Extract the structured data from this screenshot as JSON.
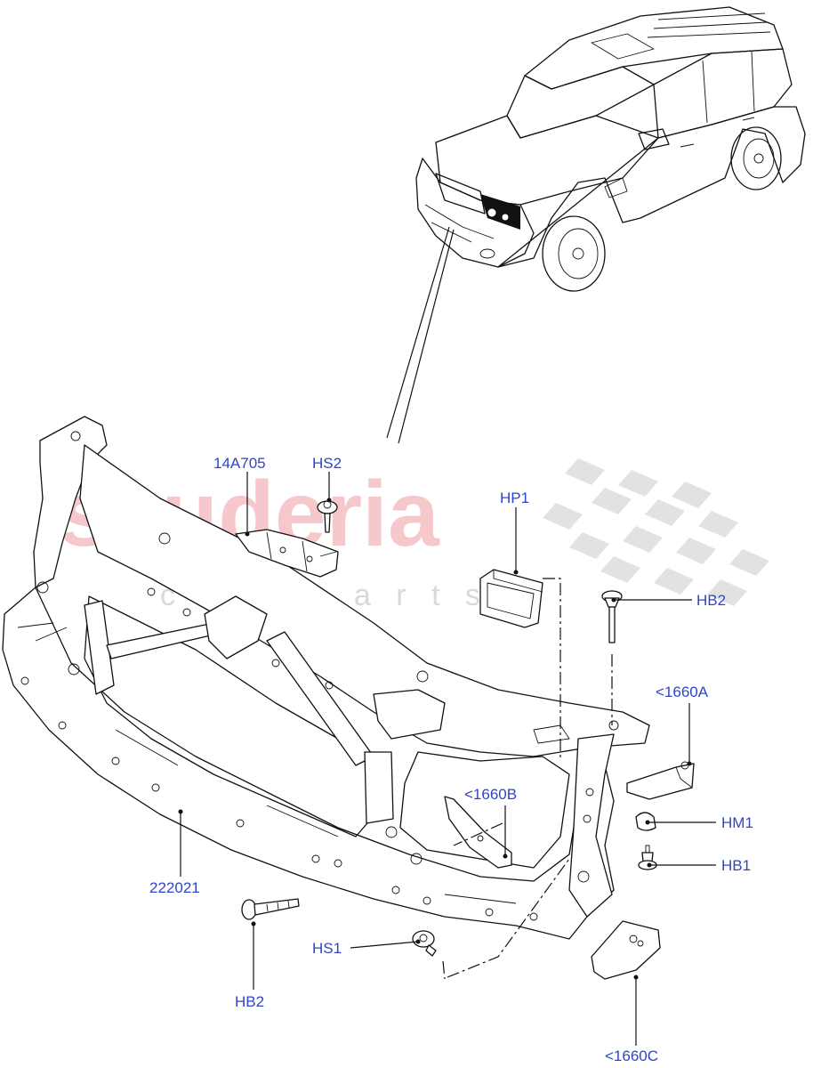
{
  "watermark": {
    "brand": "scuderia",
    "sub": "car parts"
  },
  "callouts": {
    "c14a705": "14A705",
    "hs2": "HS2",
    "hp1": "HP1",
    "hb2_right": "HB2",
    "c1660a": "<1660A",
    "c1660b": "<1660B",
    "hm1": "HM1",
    "hb1": "HB1",
    "c222021": "222021",
    "hs1": "HS1",
    "hb2_bottom": "HB2",
    "c1660c": "<1660C"
  },
  "colors": {
    "callout_text": "#2f45c8",
    "watermark_brand": "#f6c8cc",
    "watermark_checker": "#e2e2e2",
    "line_art": "#111111"
  }
}
